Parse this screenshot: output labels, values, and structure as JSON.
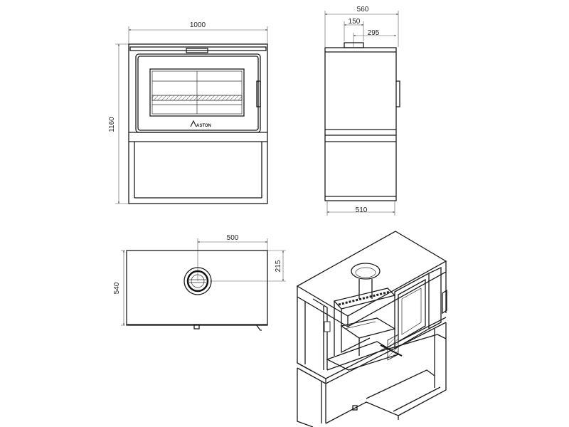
{
  "front_view": {
    "width_label": "1000",
    "height_label": "1160",
    "logo_text": "ASTON"
  },
  "side_view": {
    "depth_label": "560",
    "flue_offset_label": "150",
    "flue_center_label": "295",
    "base_depth_label": "510"
  },
  "top_view": {
    "flue_x_label": "500",
    "flue_y_label": "215",
    "depth_label": "540"
  },
  "colors": {
    "line": "#1a1a1a",
    "dimension": "#555555",
    "background": "#ffffff"
  }
}
